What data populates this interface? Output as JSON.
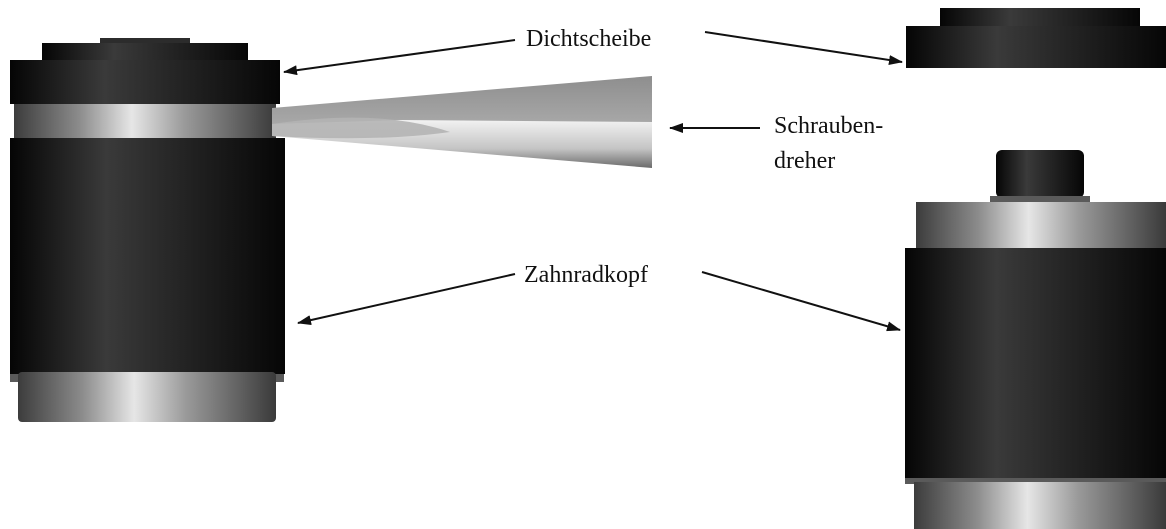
{
  "labels": {
    "dichtscheibe": "Dichtscheibe",
    "schraubendreher_line1": "Schrauben-",
    "schraubendreher_line2": "dreher",
    "zahnradkopf": "Zahnradkopf"
  },
  "colors": {
    "background": "#ffffff",
    "dark_body": "#141414",
    "metal_light": "#d8d8d8",
    "metal_dark": "#3a3a3a",
    "blade_light": "#e8e8e8",
    "blade_mid": "#8a8a8a",
    "arrow": "#111111"
  }
}
